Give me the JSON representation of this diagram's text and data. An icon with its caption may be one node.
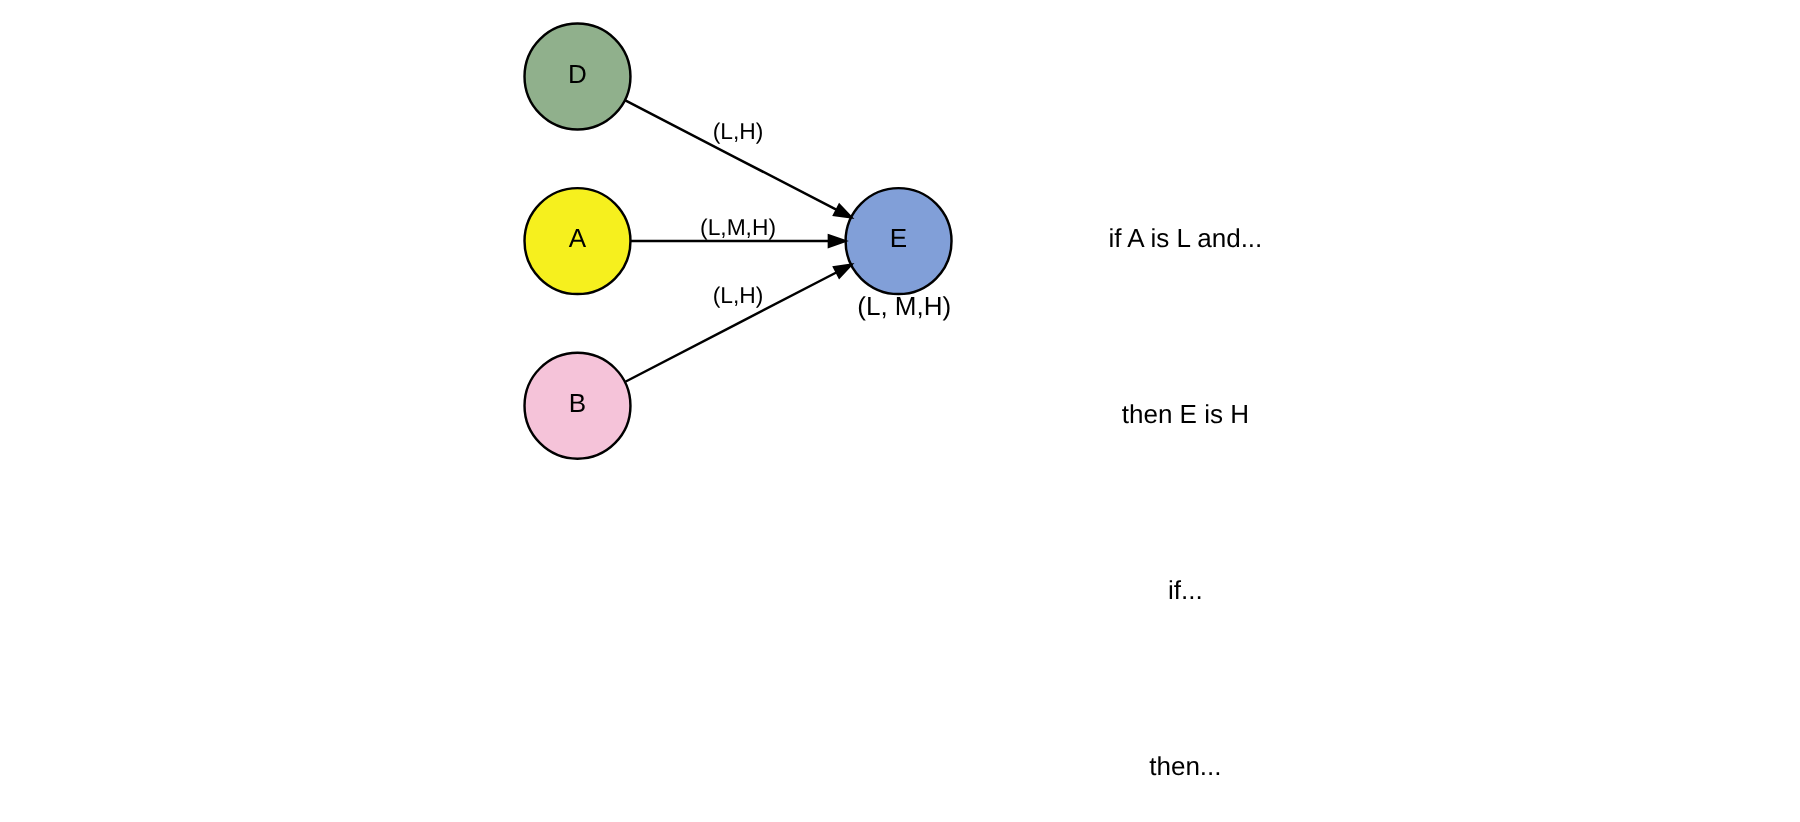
{
  "diagram": {
    "nodes": [
      {
        "text": [
          "D"
        ]
      },
      {
        "text": [
          "A"
        ]
      },
      {
        "text": [
          "E"
        ],
        "beside": [
          "(L, M,H)"
        ]
      },
      {
        "text": [
          "B"
        ]
      }
    ],
    "edges": [
      {
        "from": 1,
        "to": 2,
        "arrow": "to",
        "label": "(L,M,H)"
      },
      {
        "from": 3,
        "to": 2,
        "arrow": "to",
        "label": "(L,H)"
      },
      {
        "from": 0,
        "to": 2,
        "arrow": "to",
        "label": "(L,H)"
      }
    ],
    "labels": [
      "if A is L and...",
      "then E is H",
      "if...",
      "then..."
    ]
  }
}
